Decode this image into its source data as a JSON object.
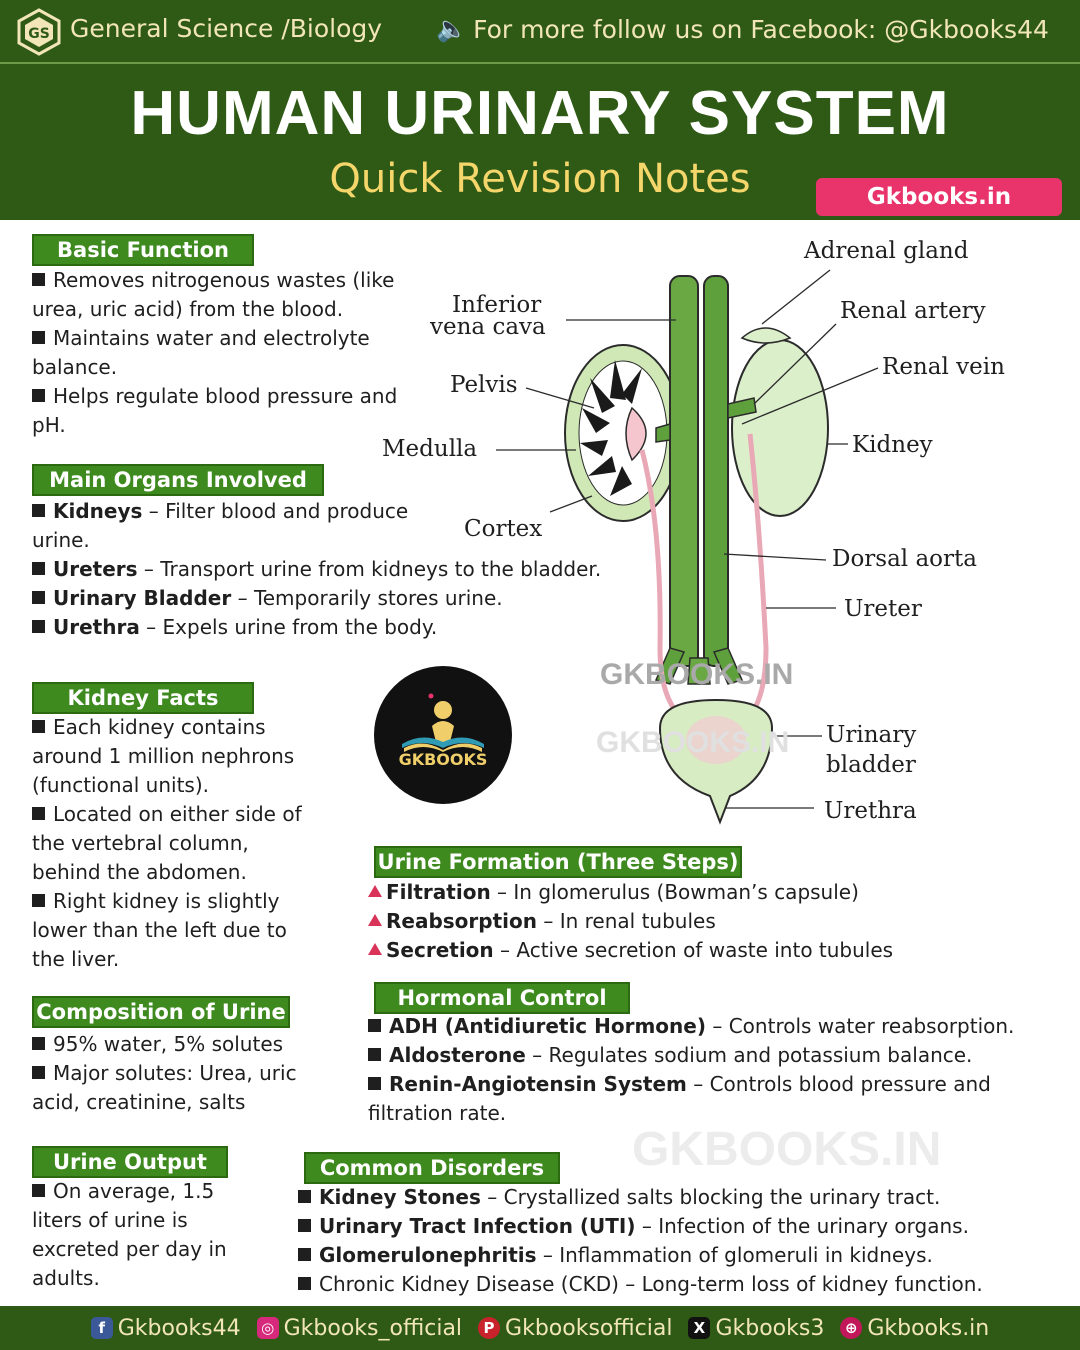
{
  "header": {
    "category": "General Science /Biology",
    "logo_text": "GS",
    "follow": "For  more follow us on Facebook: @Gkbooks44",
    "title": "HUMAN URINARY SYSTEM",
    "subtitle": "Quick Revision Notes",
    "site": "Gkbooks.in"
  },
  "basic_function": {
    "label": "Basic Function",
    "items": [
      "Removes nitrogenous wastes (like urea, uric acid) from the blood.",
      "Maintains water and electrolyte balance.",
      "Helps regulate blood pressure and pH."
    ]
  },
  "main_organs": {
    "label": "Main Organs Involved",
    "items": [
      {
        "term": "Kidneys",
        "desc": "Filter blood and produce urine."
      },
      {
        "term": "Ureters",
        "desc": "Transport urine from kidneys to the bladder."
      },
      {
        "term": "Urinary Bladder",
        "desc": "Temporarily stores urine."
      },
      {
        "term": "Urethra",
        "desc": "Expels urine from the body."
      }
    ]
  },
  "kidney_facts": {
    "label": "Kidney Facts",
    "items": [
      "Each kidney contains around 1 million nephrons (functional units).",
      "Located on either side of the vertebral column, behind the abdomen.",
      "Right kidney is slightly lower than the left due to the liver."
    ]
  },
  "composition": {
    "label": "Composition of Urine",
    "items": [
      "95% water, 5% solutes",
      "Major solutes: Urea, uric acid, creatinine, salts"
    ]
  },
  "output": {
    "label": "Urine Output",
    "items": [
      "On average, 1.5 liters of urine is excreted per day in adults."
    ]
  },
  "formation": {
    "label": "Urine Formation (Three Steps)",
    "items": [
      {
        "term": "Filtration",
        "desc": "In glomerulus (Bowman’s capsule)"
      },
      {
        "term": "Reabsorption",
        "desc": "In renal tubules"
      },
      {
        "term": "Secretion",
        "desc": "Active secretion of waste into tubules"
      }
    ]
  },
  "hormonal": {
    "label": "Hormonal Control",
    "items": [
      {
        "term": "ADH (Antidiuretic Hormone)",
        "desc": "Controls water reabsorption."
      },
      {
        "term": "Aldosterone",
        "desc": "Regulates sodium and potassium balance."
      },
      {
        "term": "Renin-Angiotensin System",
        "desc": "Controls blood pressure and filtration rate."
      }
    ]
  },
  "disorders": {
    "label": "Common Disorders",
    "items": [
      {
        "term": "Kidney Stones",
        "desc": "Crystallized salts blocking the urinary tract."
      },
      {
        "term": "Urinary Tract Infection (UTI)",
        "desc": "Infection of the urinary organs."
      },
      {
        "term": "Glomerulonephritis",
        "desc": "Inflammation of glomeruli in kidneys."
      },
      {
        "term": "",
        "desc": "Chronic Kidney Disease (CKD) – Long-term loss of kidney function."
      }
    ]
  },
  "diagram": {
    "adrenal": "Adrenal gland",
    "ivc_1": "Inferior",
    "ivc_2": "vena cava",
    "renal_artery": "Renal artery",
    "renal_vein": "Renal vein",
    "pelvis": "Pelvis",
    "kidney": "Kidney",
    "medulla": "Medulla",
    "cortex": "Cortex",
    "aorta": "Dorsal aorta",
    "ureter": "Ureter",
    "bladder_1": "Urinary",
    "bladder_2": "bladder",
    "urethra": "Urethra"
  },
  "watermarks": {
    "w1": "GKBOOKS.IN",
    "w2": "GKBOOKS.IN",
    "w3": "GKBOOKS.IN"
  },
  "gk_logo": "GKBOOKS",
  "footer": [
    {
      "icon": "facebook-icon",
      "text": "Gkbooks44",
      "color": "#3b5998"
    },
    {
      "icon": "instagram-icon",
      "text": "Gkbooks_official",
      "color": "#d6297b"
    },
    {
      "icon": "pinterest-icon",
      "text": "Gkbooksofficial",
      "color": "#c8232c"
    },
    {
      "icon": "x-icon",
      "text": "Gkbooks3",
      "color": "#111111"
    },
    {
      "icon": "globe-icon",
      "text": "Gkbooks.in",
      "color": "#c2185b"
    }
  ]
}
